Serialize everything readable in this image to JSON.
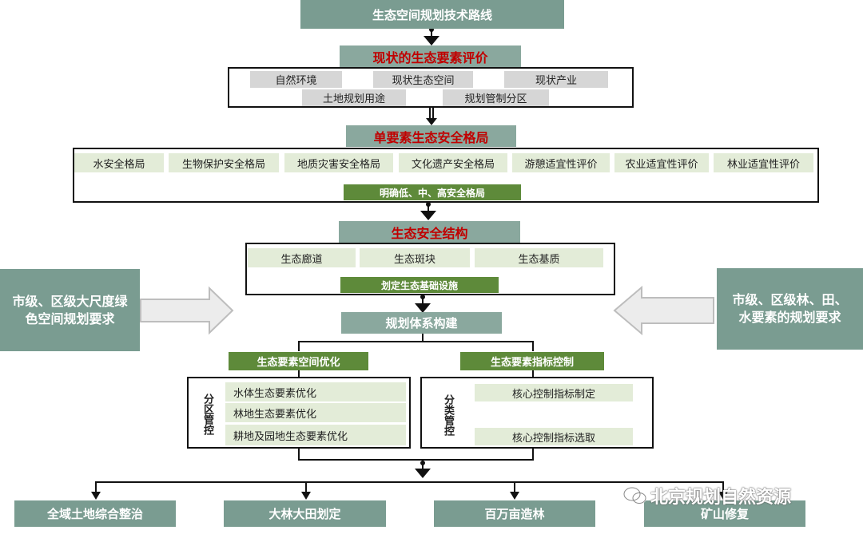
{
  "title": "生态空间规划技术路线",
  "section1": {
    "header": "现状的生态要素评价",
    "items": [
      "自然环境",
      "现状生态空间",
      "现状产业",
      "土地规划用途",
      "规划管制分区"
    ]
  },
  "section2": {
    "header": "单要素生态安全格局",
    "items": [
      "水安全格局",
      "生物保护安全格局",
      "地质灾害安全格局",
      "文化遗产安全格局",
      "游憩适宜性评价",
      "农业适宜性评价",
      "林业适宜性评价"
    ],
    "result": "明确低、中、高安全格局"
  },
  "section3": {
    "header": "生态安全结构",
    "items": [
      "生态廊道",
      "生态斑块",
      "生态基质"
    ],
    "result": "划定生态基础设施"
  },
  "left_input": "市级、区级大尺度绿色空间规划要求",
  "right_input": "市级、区级林、田、水要素的规划要求",
  "system": "规划体系构建",
  "branch_left": {
    "header": "生态要素空间优化",
    "label": "分区管控",
    "items": [
      "水体生态要素优化",
      "林地生态要素优化",
      "耕地及园地生态要素优化"
    ]
  },
  "branch_right": {
    "header": "生态要素指标控制",
    "label": "分类管控",
    "items": [
      "核心控制指标制定",
      "核心控制指标选取"
    ]
  },
  "outputs": [
    "全域土地综合整治",
    "大林大田划定",
    "百万亩造林",
    "矿山修复"
  ],
  "watermark": "北京规划自然资源",
  "colors": {
    "teal": "#7a9c91",
    "red_text": "#c00000",
    "dark_green": "#5e8a3a",
    "light_green": "#e3ecd8",
    "gray": "#d6d6d6"
  }
}
